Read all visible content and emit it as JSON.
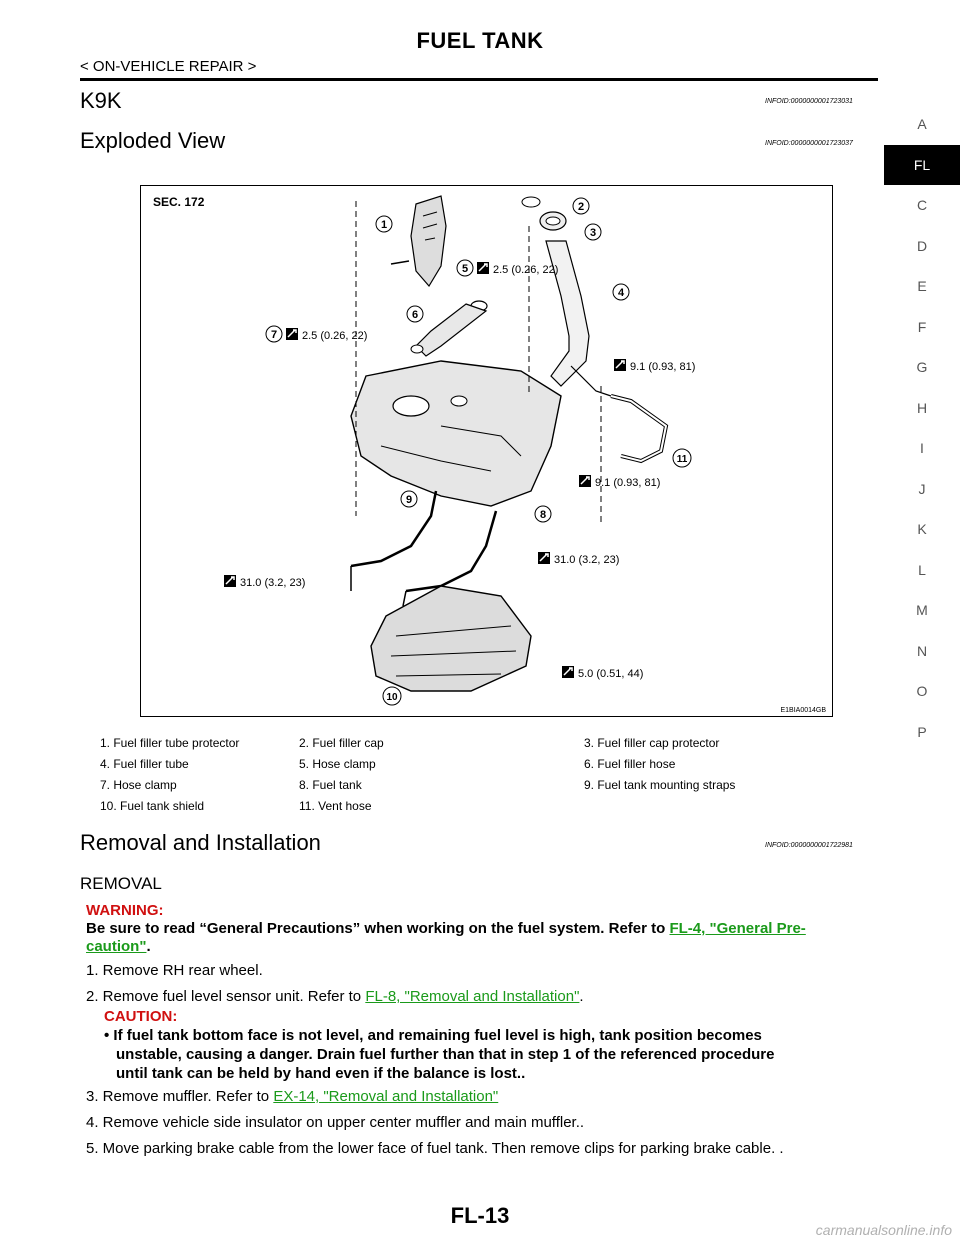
{
  "header": {
    "title": "FUEL TANK",
    "breadcrumb": "< ON-VEHICLE REPAIR >"
  },
  "section": {
    "heading": "K9K",
    "infoid": "INFOID:0000000001723031"
  },
  "exploded": {
    "heading": "Exploded View",
    "infoid": "INFOID:0000000001723037",
    "figure": {
      "sec_label": "SEC. 172",
      "code": "E1BIA0014GB",
      "callouts": [
        "1",
        "2",
        "3",
        "4",
        "5",
        "6",
        "7",
        "8",
        "9",
        "10",
        "11"
      ],
      "torques": {
        "t5": "2.5 (0.26, 22)",
        "t7": "2.5 (0.26, 22)",
        "t4": "9.1 (0.93, 81)",
        "t11": "9.1 (0.93, 81)",
        "t9l": "31.0 (3.2, 23)",
        "t9r": "31.0 (3.2, 23)",
        "t10": "5.0 (0.51, 44)"
      }
    },
    "legend": [
      [
        "1. Fuel filler tube protector",
        "2. Fuel filler cap",
        "3. Fuel filler cap protector"
      ],
      [
        "4. Fuel filler tube",
        "5. Hose clamp",
        "6. Fuel filler hose"
      ],
      [
        "7. Hose clamp",
        "8. Fuel tank",
        "9. Fuel tank mounting straps"
      ],
      [
        "10. Fuel tank shield",
        "11. Vent hose",
        ""
      ]
    ]
  },
  "removal": {
    "heading": "Removal and Installation",
    "infoid": "INFOID:0000000001722981",
    "subheading": "REMOVAL",
    "warning_title": "WARNING:",
    "warning_text": "Be sure to read “General Precautions” when working on the fuel system. Refer to ",
    "warning_link_1": "FL-4, \"General Pre-",
    "warning_link_2": "caution\"",
    "warning_end": ".",
    "step1": "1. Remove RH rear wheel.",
    "step2_text": "2. Remove fuel level sensor unit. Refer to ",
    "step2_link": "FL-8, \"Removal and Installation\"",
    "step2_end": ".",
    "caution_title": "CAUTION:",
    "caution_l1": "• If fuel tank bottom face is not level, and remaining fuel level is high, tank position becomes",
    "caution_l2": "unstable, causing a danger. Drain fuel further than that in step 1 of the referenced procedure",
    "caution_l3": "until tank can be held by hand even if the balance is lost..",
    "step3_text": "3. Remove muffler. Refer to ",
    "step3_link": "EX-14, \"Removal and Installation\"",
    "step4": "4. Remove vehicle side insulator on upper center muffler and main muffler..",
    "step5": "5. Move parking brake cable from the lower face of fuel tank. Then remove clips for parking brake cable. ."
  },
  "side_tabs": [
    "A",
    "FL",
    "C",
    "D",
    "E",
    "F",
    "G",
    "H",
    "I",
    "J",
    "K",
    "L",
    "M",
    "N",
    "O",
    "P"
  ],
  "active_tab": "FL",
  "footer": {
    "page_number": "FL-13",
    "watermark": "carmanualsonline.info"
  },
  "colors": {
    "warning": "#d01010",
    "link": "#1a9a1a",
    "tab_active_bg": "#000000"
  }
}
